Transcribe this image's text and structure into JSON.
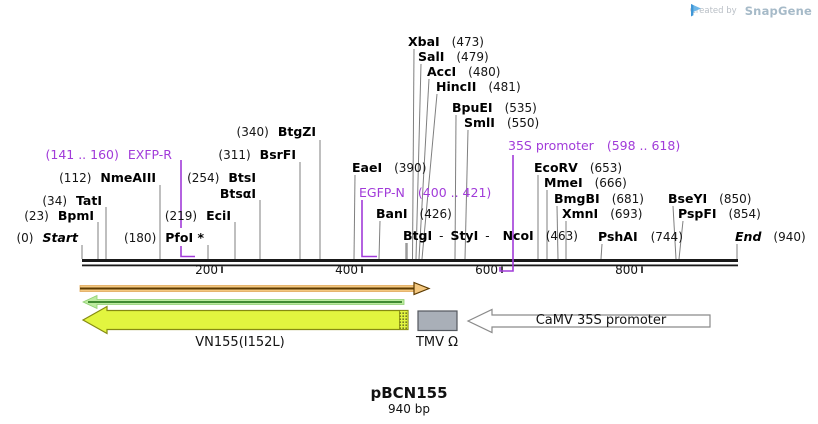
{
  "branding": {
    "created_by": "Created by",
    "app": "SnapGene"
  },
  "plasmid": {
    "name": "pBCN155",
    "size": "940 bp"
  },
  "ruler": {
    "t200": "200",
    "t400": "400",
    "t600": "600",
    "t800": "800"
  },
  "sites": {
    "start": {
      "pos": "(0)",
      "name": "Start"
    },
    "bpmI": {
      "pos": "(23)",
      "name": "BpmI"
    },
    "tatI": {
      "pos": "(34)",
      "name": "TatI"
    },
    "nmeAIII": {
      "pos": "(112)",
      "name": "NmeAIII"
    },
    "pfoI": {
      "pos": "(180)",
      "name": "PfoI *"
    },
    "eciI": {
      "pos": "(219)",
      "name": "EciI"
    },
    "btsI": {
      "pos": "(254)",
      "name": "BtsI"
    },
    "btsAlphaI": {
      "name": "BtsαI"
    },
    "bsrFI": {
      "pos": "(311)",
      "name": "BsrFI"
    },
    "btgZI": {
      "pos": "(340)",
      "name": "BtgZI"
    },
    "xbaI": {
      "name": "XbaI",
      "pos": "(473)"
    },
    "salI": {
      "name": "SalI",
      "pos": "(479)"
    },
    "accI": {
      "name": "AccI",
      "pos": "(480)"
    },
    "hincII": {
      "name": "HincII",
      "pos": "(481)"
    },
    "bpuEI": {
      "name": "BpuEI",
      "pos": "(535)"
    },
    "smlI": {
      "name": "SmlI",
      "pos": "(550)"
    },
    "eaeI": {
      "name": "EaeI",
      "pos": "(390)"
    },
    "banI": {
      "name": "BanI",
      "pos": "(426)"
    },
    "btgI": {
      "name": "BtgI"
    },
    "styI": {
      "name": "StyI"
    },
    "ncoI": {
      "name": "NcoI",
      "pos": "(463)"
    },
    "sep": "-",
    "ecoRV": {
      "name": "EcoRV",
      "pos": "(653)"
    },
    "mmeI": {
      "name": "MmeI",
      "pos": "(666)"
    },
    "bmgBI": {
      "name": "BmgBI",
      "pos": "(681)"
    },
    "xmnI": {
      "name": "XmnI",
      "pos": "(693)"
    },
    "pshAI": {
      "name": "PshAI",
      "pos": "(744)"
    },
    "bseYI": {
      "name": "BseYI",
      "pos": "(850)"
    },
    "pspFI": {
      "name": "PspFI",
      "pos": "(854)"
    },
    "end": {
      "name": "End",
      "pos": "(940)"
    }
  },
  "features": {
    "exfpR": {
      "pos": "(141 .. 160)",
      "name": "EXFP-R"
    },
    "egfpN": {
      "name": "EGFP-N",
      "pos": "(400 .. 421)"
    },
    "prom35s": {
      "name": "35S promoter",
      "pos": "(598 .. 618)"
    },
    "vn155": {
      "label": "VN155(I152L)"
    },
    "tmvOmega": {
      "label": "TMV Ω"
    },
    "camv": {
      "label": "CaMV 35S promoter"
    }
  },
  "colors": {
    "purple_feature": "#A13BD9",
    "yellow_arrow": "#E2F53F",
    "orange_arrow": "#F4C880",
    "green_arrow": "#BCEB9F",
    "gray_box": "#A9AFB8"
  }
}
